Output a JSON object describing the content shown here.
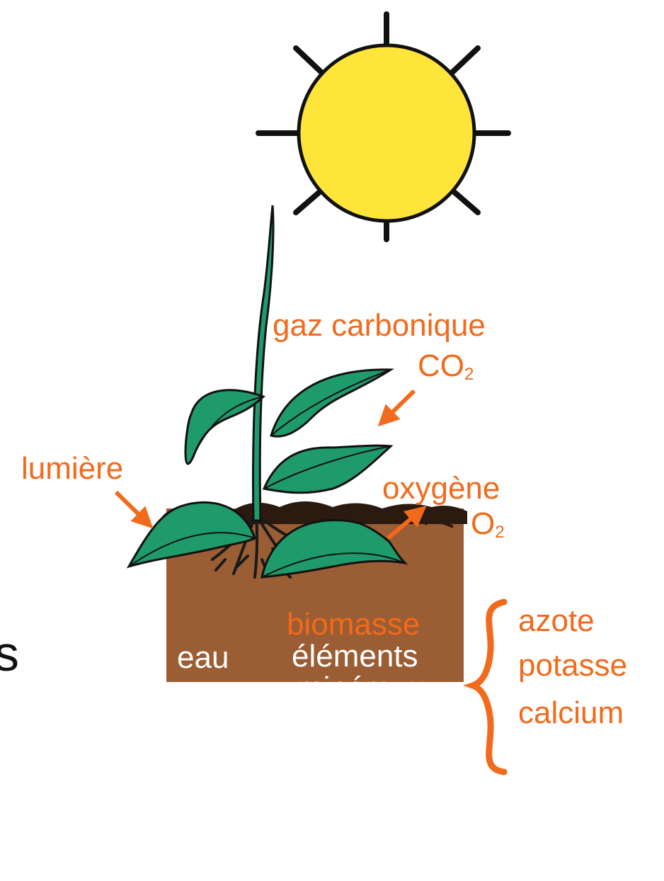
{
  "labels": {
    "gas": "gaz carbonique",
    "co2_main": "CO",
    "co2_sub": "2",
    "light": "lumière",
    "oxygen": "oxygène",
    "o2_main": "O",
    "o2_sub": "2",
    "biomass": "biomasse",
    "water": "eau",
    "elements_line1": "éléments",
    "elements_line2": "minéraux",
    "nutrient_1": "azote",
    "nutrient_2": "potasse",
    "nutrient_3": "calcium",
    "edge_fragment": "s"
  },
  "colors": {
    "label_orange": "#f26a1b",
    "sun_fill": "#ffe53a",
    "leaf_green": "#1f9a6a",
    "soil_brown": "#9a5d34",
    "outline": "#111111"
  },
  "icons": {
    "sun": "sun-icon",
    "plant": "plant-icon",
    "soil": "soil-block"
  }
}
